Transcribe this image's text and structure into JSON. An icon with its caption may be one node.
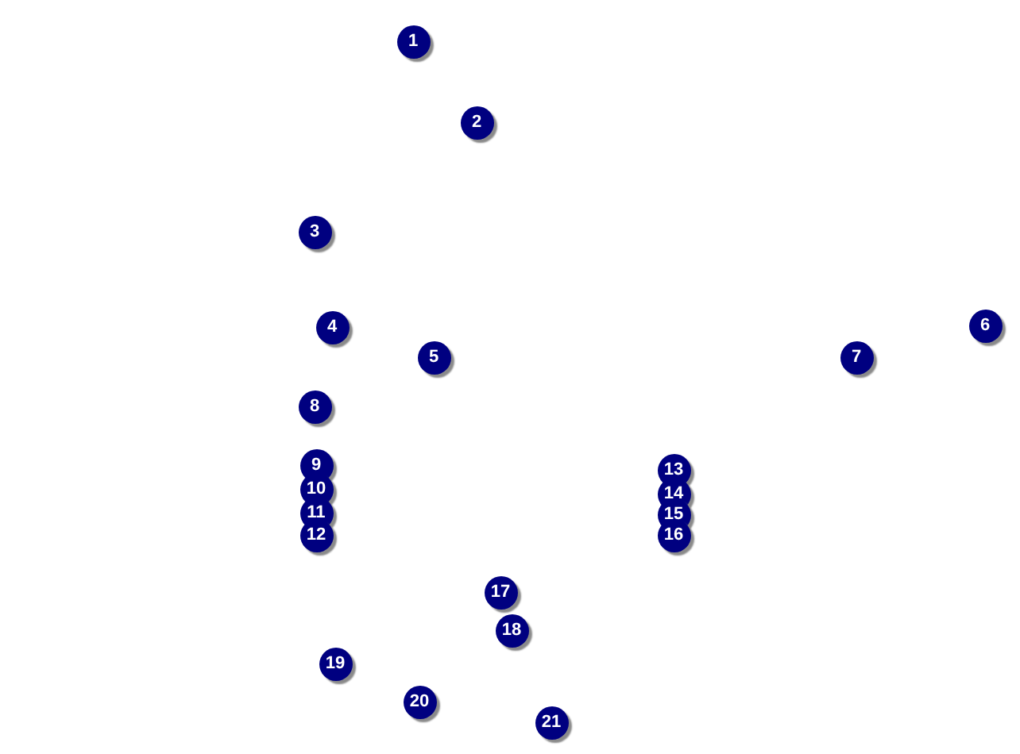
{
  "diagram": {
    "labels": [
      "1",
      "2",
      "3",
      "4",
      "5",
      "6",
      "7",
      "8",
      "9",
      "10",
      "11",
      "12",
      "13",
      "14",
      "15",
      "16",
      "17",
      "18",
      "19",
      "20",
      "21"
    ]
  }
}
